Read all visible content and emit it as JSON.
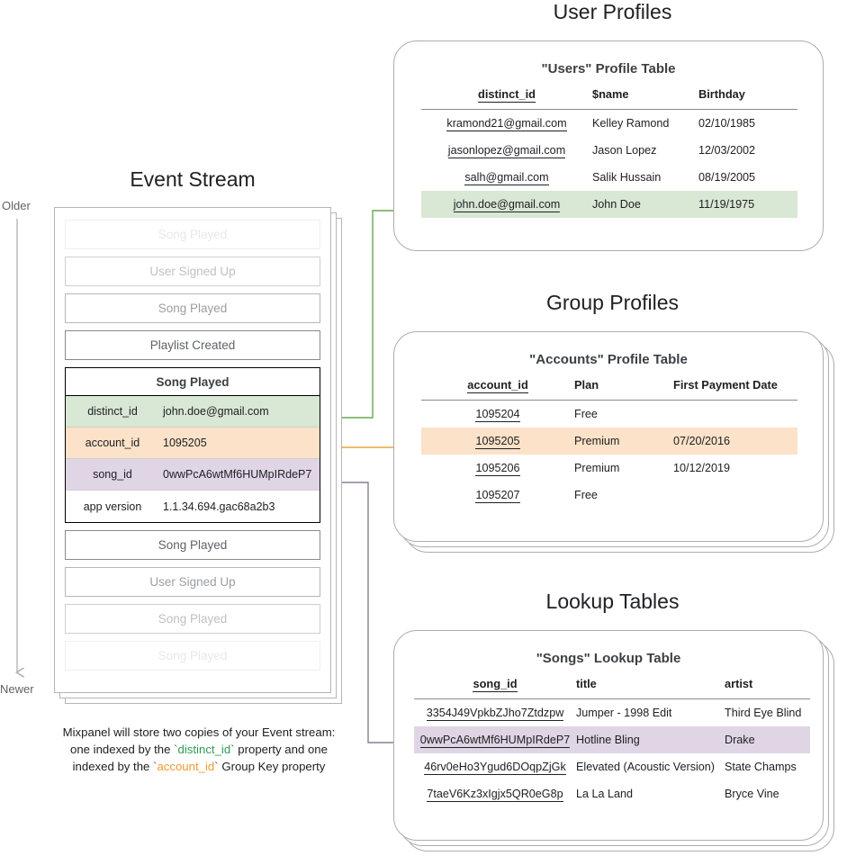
{
  "sections": {
    "event_stream_title": "Event Stream",
    "user_profiles_title": "User Profiles",
    "group_profiles_title": "Group Profiles",
    "lookup_tables_title": "Lookup Tables"
  },
  "timeline": {
    "older_label": "Older",
    "newer_label": "Newer"
  },
  "event_stream": {
    "events_above": [
      {
        "label": "Song Played"
      },
      {
        "label": "User Signed Up"
      },
      {
        "label": "Song Played"
      },
      {
        "label": "Playlist Created"
      }
    ],
    "selected_event": {
      "title": "Song Played",
      "properties": [
        {
          "key": "distinct_id",
          "value": "john.doe@gmail.com",
          "highlight": "green"
        },
        {
          "key": "account_id",
          "value": "1095205",
          "highlight": "orange"
        },
        {
          "key": "song_id",
          "value": "0wwPcA6wtMf6HUMpIRdeP7",
          "highlight": "purple"
        },
        {
          "key": "app version",
          "value": "1.1.34.694.gac68a2b3",
          "highlight": "none"
        }
      ]
    },
    "events_below": [
      {
        "label": "Song Played"
      },
      {
        "label": "User Signed Up"
      },
      {
        "label": "Song Played"
      },
      {
        "label": "Song Played"
      }
    ]
  },
  "caption": {
    "line1": "Mixpanel will store two copies of your Event stream:",
    "line2_pre": "one indexed by the ",
    "line2_token": "distinct_id",
    "line2_post": " property and one",
    "line3_pre": "indexed by the ",
    "line3_token": "account_id",
    "line3_post": " Group Key property"
  },
  "users_table": {
    "title": "\"Users\" Profile Table",
    "columns": [
      "distinct_id",
      "$name",
      "Birthday"
    ],
    "rows": [
      {
        "cells": [
          "kramond21@gmail.com",
          "Kelley Ramond",
          "02/10/1985"
        ],
        "highlight": "none"
      },
      {
        "cells": [
          "jasonlopez@gmail.com",
          "Jason Lopez",
          "12/03/2002"
        ],
        "highlight": "none"
      },
      {
        "cells": [
          "salh@gmail.com",
          "Salik Hussain",
          "08/19/2005"
        ],
        "highlight": "none"
      },
      {
        "cells": [
          "john.doe@gmail.com",
          "John Doe",
          "11/19/1975"
        ],
        "highlight": "green"
      }
    ]
  },
  "accounts_table": {
    "title": "\"Accounts\" Profile Table",
    "columns": [
      "account_id",
      "Plan",
      "First Payment Date"
    ],
    "rows": [
      {
        "cells": [
          "1095204",
          "Free",
          ""
        ],
        "highlight": "none"
      },
      {
        "cells": [
          "1095205",
          "Premium",
          "07/20/2016"
        ],
        "highlight": "orange"
      },
      {
        "cells": [
          "1095206",
          "Premium",
          "10/12/2019"
        ],
        "highlight": "none"
      },
      {
        "cells": [
          "1095207",
          "Free",
          ""
        ],
        "highlight": "none"
      }
    ]
  },
  "songs_table": {
    "title": "\"Songs\" Lookup Table",
    "columns": [
      "song_id",
      "title",
      "artist"
    ],
    "rows": [
      {
        "cells": [
          "3354J49VpkbZJho7Ztdzpw",
          "Jumper - 1998 Edit",
          "Third Eye Blind"
        ],
        "highlight": "none"
      },
      {
        "cells": [
          "0wwPcA6wtMf6HUMpIRdeP7",
          "Hotline Bling",
          "Drake"
        ],
        "highlight": "purple"
      },
      {
        "cells": [
          "46rv0eHo3Ygud6DOqpZjGk",
          "Elevated (Acoustic Version)",
          "State Champs"
        ],
        "highlight": "none"
      },
      {
        "cells": [
          "7taeV6Kz3xIgjx5QR0eG8p",
          "La La Land",
          "Bryce Vine"
        ],
        "highlight": "none"
      }
    ]
  },
  "colors": {
    "green_highlight": "#d9e7d5",
    "orange_highlight": "#fbe2c8",
    "purple_highlight": "#e0d5e5",
    "green_connector": "#6aa84f",
    "orange_connector": "#e8a33d",
    "purple_connector": "#8b7f93",
    "card_border": "#adadad"
  }
}
